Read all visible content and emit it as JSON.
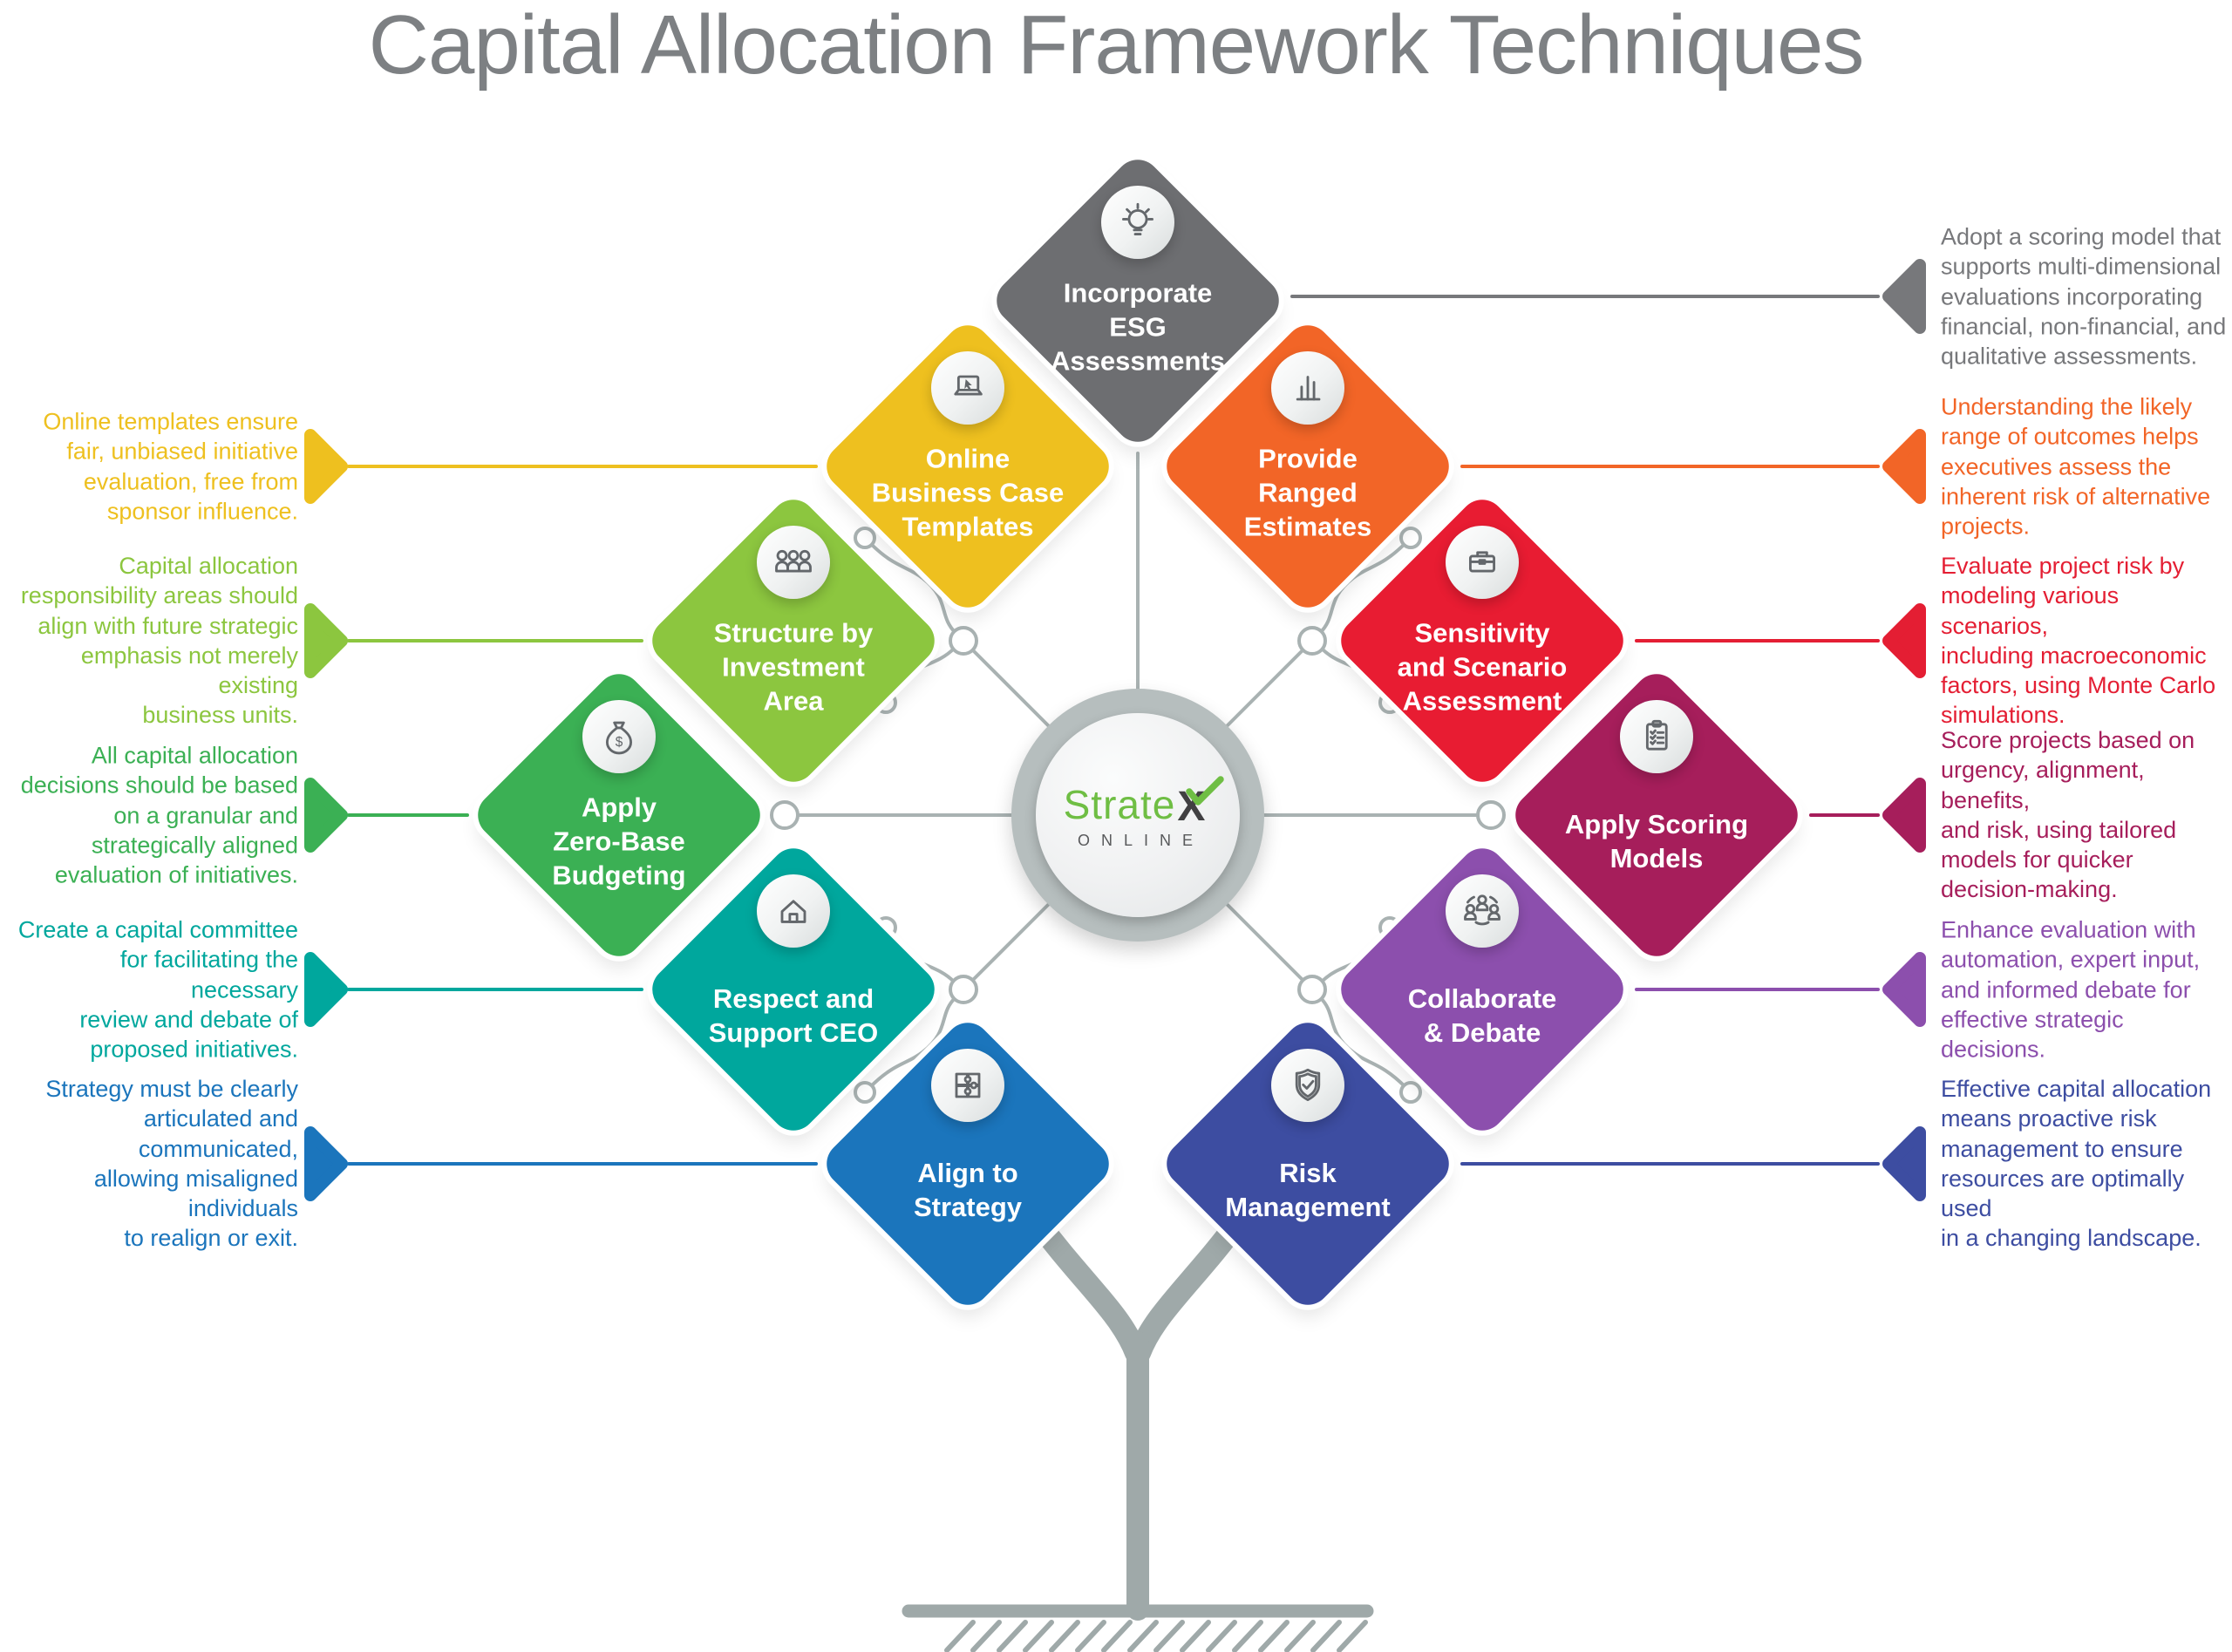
{
  "title": "Capital Allocation Framework Techniques",
  "title_color": "#7d8083",
  "connector_color": "#a9b2b2",
  "trunk_color": "#9fa9a9",
  "logo": {
    "brand": "Strate",
    "brand_x": "X",
    "subtitle": "ONLINE"
  },
  "nodes": [
    {
      "id": "incorporate-esg",
      "label": "Incorporate\nESG\nAssessments",
      "color": "#6d6e71",
      "icon": "lightbulb-icon"
    },
    {
      "id": "online-templates",
      "label": "Online\nBusiness Case\nTemplates",
      "color": "#eec01f",
      "icon": "laptop-cursor-icon"
    },
    {
      "id": "ranged-estimates",
      "label": "Provide\nRanged\nEstimates",
      "color": "#f26527",
      "icon": "bar-chart-icon"
    },
    {
      "id": "structure-investment",
      "label": "Structure by\nInvestment\nArea",
      "color": "#8cc63f",
      "icon": "people-group-icon"
    },
    {
      "id": "sensitivity-scenario",
      "label": "Sensitivity\nand Scenario\nAssessment",
      "color": "#e81c32",
      "icon": "briefcase-icon"
    },
    {
      "id": "zero-base-budgeting",
      "label": "Apply\nZero-Base\nBudgeting",
      "color": "#3bb054",
      "icon": "money-bag-icon"
    },
    {
      "id": "scoring-models",
      "label": "Apply Scoring\nModels",
      "color": "#a61e5b",
      "icon": "clipboard-checklist-icon"
    },
    {
      "id": "support-ceo",
      "label": "Respect and\nSupport CEO",
      "color": "#00a79d",
      "icon": "house-icon"
    },
    {
      "id": "collaborate-debate",
      "label": "Collaborate\n& Debate",
      "color": "#8c4fad",
      "icon": "collaboration-icon"
    },
    {
      "id": "align-strategy",
      "label": "Align to\nStrategy",
      "color": "#1b75bc",
      "icon": "puzzle-icon"
    },
    {
      "id": "risk-management",
      "label": "Risk\nManagement",
      "color": "#3d4da1",
      "icon": "shield-check-icon"
    }
  ],
  "left_annotations": [
    {
      "text": "Online templates ensure\nfair, unbiased initiative\nevaluation, free from\nsponsor influence.",
      "color": "#eec01f"
    },
    {
      "text": "Capital allocation\nresponsibility areas should\nalign with future strategic\nemphasis not merely existing\nbusiness units.",
      "color": "#8cc63f"
    },
    {
      "text": "All capital allocation\ndecisions should be based\non a granular and\nstrategically aligned\nevaluation of initiatives.",
      "color": "#3bb054"
    },
    {
      "text": "Create a capital committee\nfor facilitating the necessary\nreview and debate of\nproposed initiatives.",
      "color": "#00a79d"
    },
    {
      "text": "Strategy must be clearly\narticulated and communicated,\nallowing misaligned individuals\nto realign or exit.",
      "color": "#1b75bc"
    }
  ],
  "right_annotations": [
    {
      "text": "Adopt a scoring model that\nsupports multi-dimensional\nevaluations incorporating\nfinancial, non-financial, and\nqualitative assessments.",
      "color": "#77787b"
    },
    {
      "text": "Understanding the likely\nrange of outcomes helps\nexecutives assess the\ninherent risk of alternative\nprojects.",
      "color": "#f26527"
    },
    {
      "text": "Evaluate project risk by\nmodeling various scenarios,\nincluding macroeconomic\nfactors, using Monte Carlo\nsimulations.",
      "color": "#e41e33"
    },
    {
      "text": "Score projects based on\nurgency, alignment, benefits,\nand risk, using tailored\nmodels for quicker\ndecision-making.",
      "color": "#a61e5b"
    },
    {
      "text": "Enhance evaluation with\nautomation, expert input,\nand informed debate for\neffective strategic decisions.",
      "color": "#8c4fad"
    },
    {
      "text": "Effective capital allocation\nmeans proactive risk\nmanagement to ensure\nresources are optimally used\nin a changing landscape.",
      "color": "#3d4da1"
    }
  ]
}
